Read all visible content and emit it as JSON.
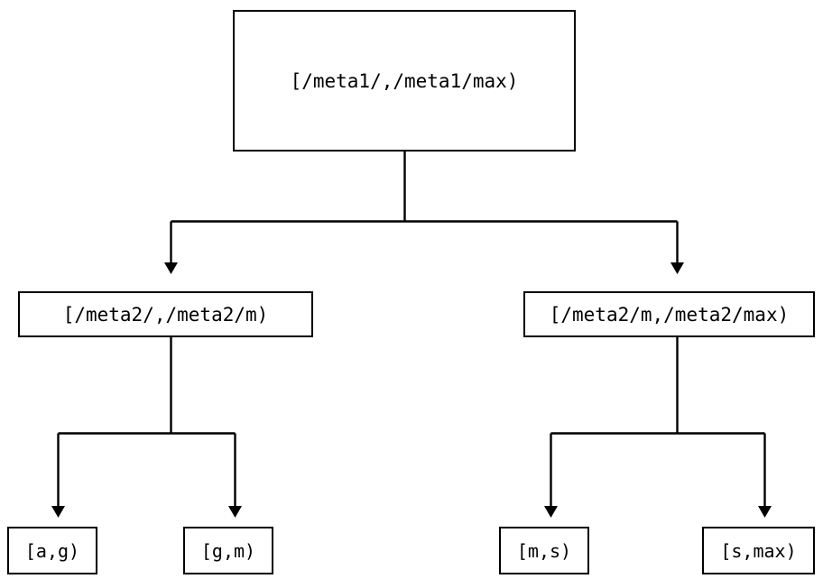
{
  "diagram": {
    "type": "tree",
    "title": "",
    "background_color": "#ffffff",
    "line_color": "#000000",
    "text_color": "#000000",
    "nodes": {
      "root": {
        "label": "[/meta1/,/meta1/max)"
      },
      "mid_left": {
        "label": "[/meta2/,/meta2/m)"
      },
      "mid_right": {
        "label": "[/meta2/m,/meta2/max)"
      },
      "leaf_1": {
        "label": "[a,g)"
      },
      "leaf_2": {
        "label": "[g,m)"
      },
      "leaf_3": {
        "label": "[m,s)"
      },
      "leaf_4": {
        "label": "[s,max)"
      }
    }
  }
}
